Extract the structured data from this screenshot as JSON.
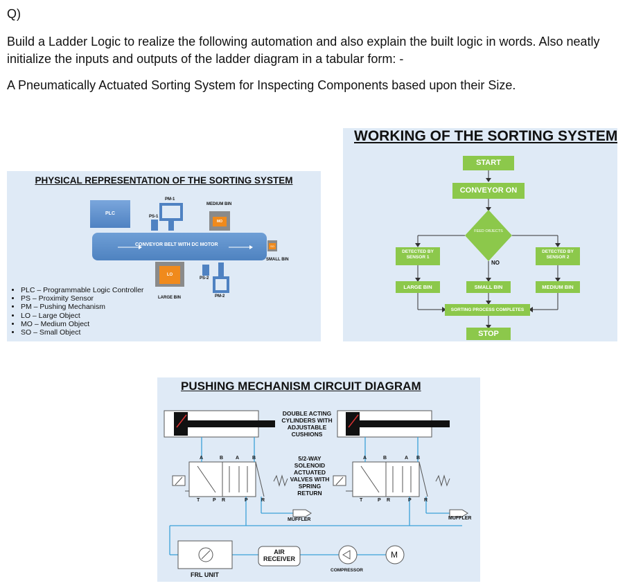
{
  "question": {
    "label": "Q)",
    "prompt": "Build a Ladder Logic to realize the following automation and also explain the built logic in words. Also neatly initialize the inputs and outputs of the ladder diagram in a tabular form: -",
    "task": "A Pneumatically Actuated Sorting System for Inspecting Components based upon their Size."
  },
  "physical": {
    "title": "PHYSICAL REPRESENTATION OF THE SORTING SYSTEM",
    "plc": "PLC",
    "pm1": "PM-1",
    "ps1": "PS-1",
    "medium_bin": "MEDIUM BIN",
    "mo": "MO",
    "conveyor": "CONVEYOR BELT WITH DC MOTOR",
    "so": "SO",
    "small_bin": "SMALL BIN",
    "lo": "LO",
    "large_bin": "LARGE BIN",
    "ps2": "PS-2",
    "pm2": "PM-2",
    "legend": [
      "PLC – Programmable Logic Controller",
      "PS – Proximity Sensor",
      "PM – Pushing Mechanism",
      "LO – Large Object",
      "MO – Medium Object",
      "SO – Small Object"
    ]
  },
  "working": {
    "title": "WORKING OF THE SORTING SYSTEM",
    "start": "START",
    "conveyor_on": "CONVEYOR ON",
    "feed": "FEED OBJECTS",
    "detected1": "DETECTED BY SENSOR 1",
    "detected2": "DETECTED BY SENSOR 2",
    "no": "NO",
    "large_bin": "LARGE BIN",
    "small_bin": "SMALL BIN",
    "medium_bin": "MEDIUM BIN",
    "completes": "SORTING PROCESS COMPLETES",
    "stop": "STOP"
  },
  "circuit": {
    "title": "PUSHING MECHANISM CIRCUIT DIAGRAM",
    "cylinders": "DOUBLE ACTING CYLINDERS WITH ADJUSTABLE CUSHIONS",
    "valves": "5/2-WAY SOLENOID ACTUATED VALVES WITH SPRING RETURN",
    "muffler": "MUFFLER",
    "air_receiver": "AIR RECEIVER",
    "compressor": "COMPRESSOR",
    "motor": "M",
    "frl": "FRL UNIT",
    "port_a": "A",
    "port_b": "B",
    "port_p": "P",
    "port_r": "R",
    "port_t": "T"
  },
  "colors": {
    "panel_bg": "#dfeaf6",
    "green": "#8cc84b",
    "conveyor_blue": "#5b8fcb",
    "line_blue": "#3aa0d8"
  }
}
